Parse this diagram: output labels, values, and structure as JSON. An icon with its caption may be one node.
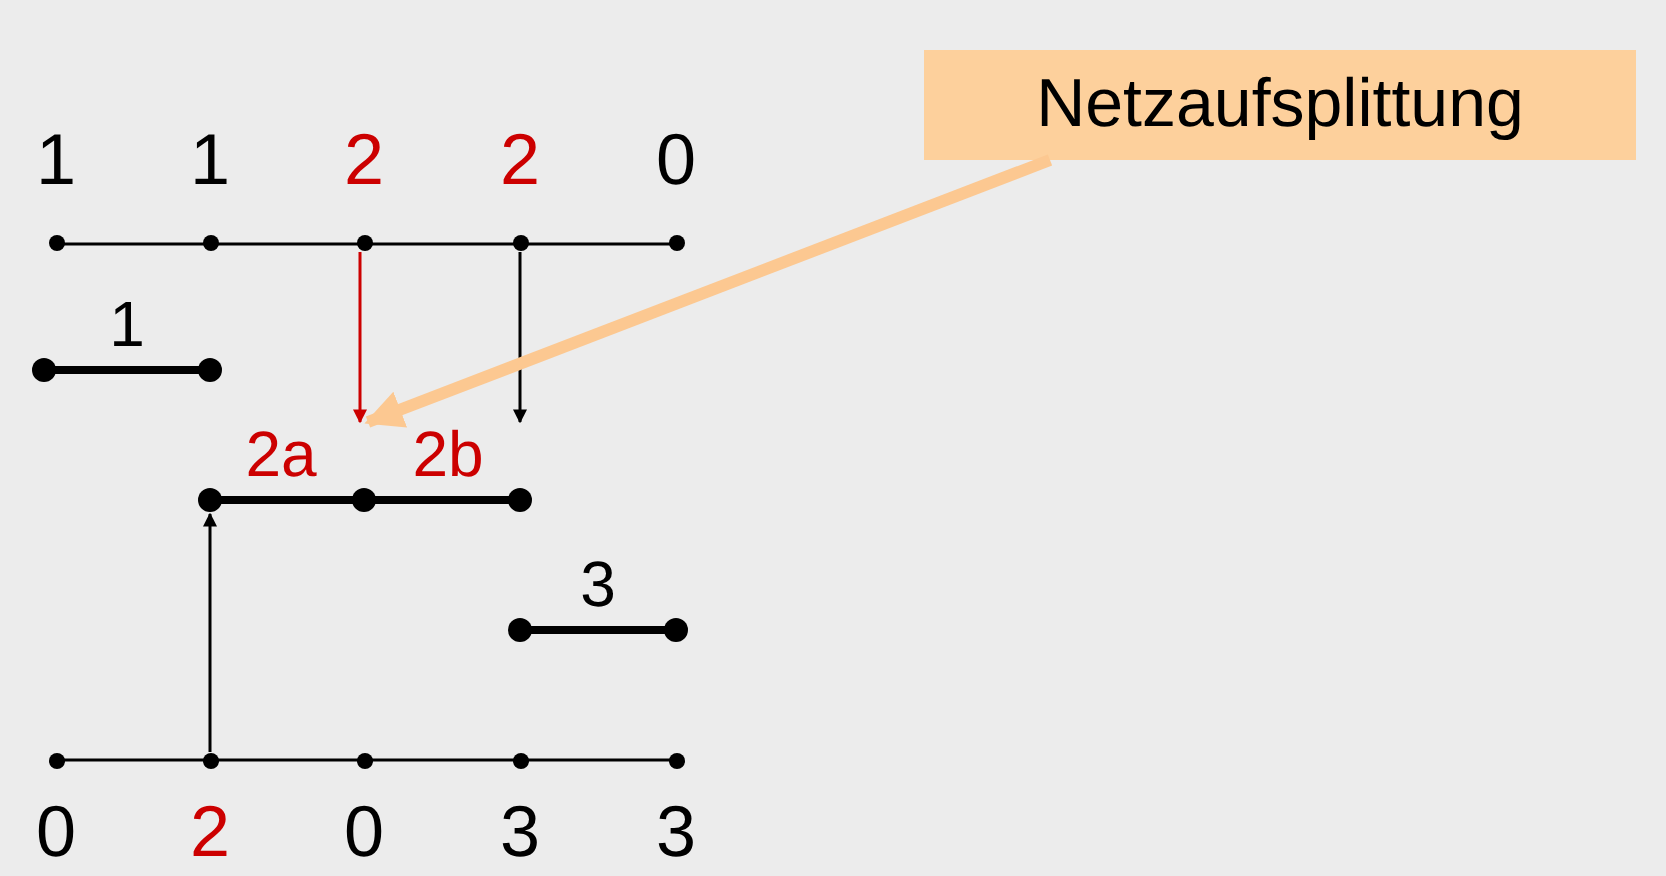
{
  "diagram": {
    "nodes": [
      {
        "text": [
          "1"
        ]
      },
      {
        "text": [
          "1"
        ]
      },
      {
        "text": [
          "2"
        ]
      },
      {
        "text": [
          "2"
        ]
      },
      {
        "text": [
          "0"
        ]
      },
      {
        "text": [
          "0"
        ]
      },
      {
        "text": [
          "2"
        ]
      },
      {
        "text": [
          "0"
        ]
      },
      {
        "text": [
          "3"
        ]
      },
      {
        "text": [
          "3"
        ]
      },
      {
        "text": [
          "1"
        ]
      },
      {
        "text": [
          "2a"
        ]
      },
      {
        "text": [
          "2b"
        ]
      },
      {
        "text": [
          "3"
        ]
      },
      {
        "text": [
          "Netzaufsplittung"
        ]
      }
    ],
    "edges": [
      {
        "from": 2,
        "to": 11,
        "arrow": "to",
        "color": "#cc0000"
      },
      {
        "from": 3,
        "to": 12,
        "arrow": "to"
      },
      {
        "from": 6,
        "to": 11,
        "arrow": "to"
      },
      {
        "from": 14,
        "to": 11,
        "arrow": "to",
        "style": "thick",
        "color": "#fcc891"
      }
    ]
  }
}
